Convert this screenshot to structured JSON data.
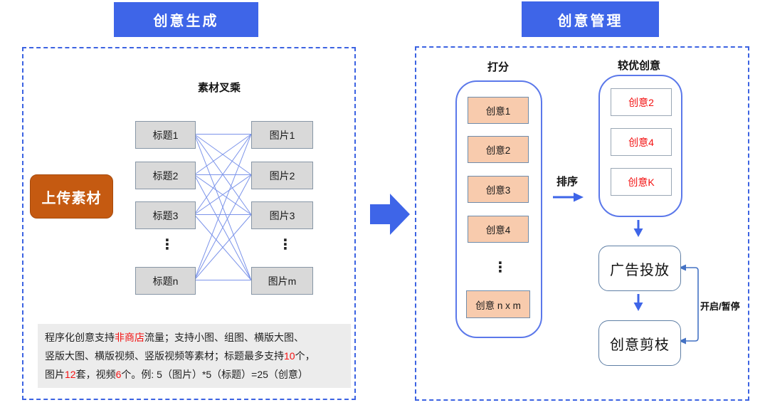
{
  "left_section": {
    "header": "创意生成",
    "cross_label": "素材叉乘",
    "upload_button": "上传素材",
    "title_boxes": [
      "标题1",
      "标题2",
      "标题3",
      "标题n"
    ],
    "image_boxes": [
      "图片1",
      "图片2",
      "图片3",
      "图片m"
    ],
    "ellipsis": "⋮",
    "note": {
      "lines": [
        [
          {
            "text": "程序化创意支持"
          },
          {
            "text": "非商店",
            "red": true
          },
          {
            "text": "流量；支持小图、组图、横版大图、"
          }
        ],
        [
          {
            "text": "竖版大图、横版视频、竖版视频等素材；标题最多支持"
          },
          {
            "text": "10",
            "red": true
          },
          {
            "text": "个，"
          }
        ],
        [
          {
            "text": "图片"
          },
          {
            "text": "12",
            "red": true
          },
          {
            "text": "套，视频"
          },
          {
            "text": "6",
            "red": true
          },
          {
            "text": "个。例: 5（图片）*5（标题）=25（创意）"
          }
        ]
      ]
    }
  },
  "right_section": {
    "header": "创意管理",
    "scoring": {
      "label": "打分",
      "items": [
        {
          "label": "创意1",
          "red": false
        },
        {
          "label": "创意2",
          "red": true
        },
        {
          "label": "创意3",
          "red": false
        },
        {
          "label": "创意4",
          "red": true
        },
        {
          "label": "创意 n x m",
          "red": false
        }
      ],
      "ellipsis": "⋮"
    },
    "sort_label": "排序",
    "best": {
      "label": "较优创意",
      "items": [
        "创意2",
        "创意4",
        "创意K"
      ]
    },
    "ad_delivery": "广告投放",
    "creative_pruning": "创意剪枝",
    "toggle_label": "开启/暂停"
  },
  "colors": {
    "accent_blue": "#3e65e8",
    "dashed_border": "#3c63e2",
    "cross_line_blue": "#7b93ea",
    "container_border": "#5b78ea",
    "connector_blue": "#4472c4",
    "upload_orange": "#c55a11",
    "peach_fill": "#f8cbad",
    "gray_fill": "#d9d9d9",
    "note_bg": "#ececec",
    "red_text": "#f31212"
  }
}
